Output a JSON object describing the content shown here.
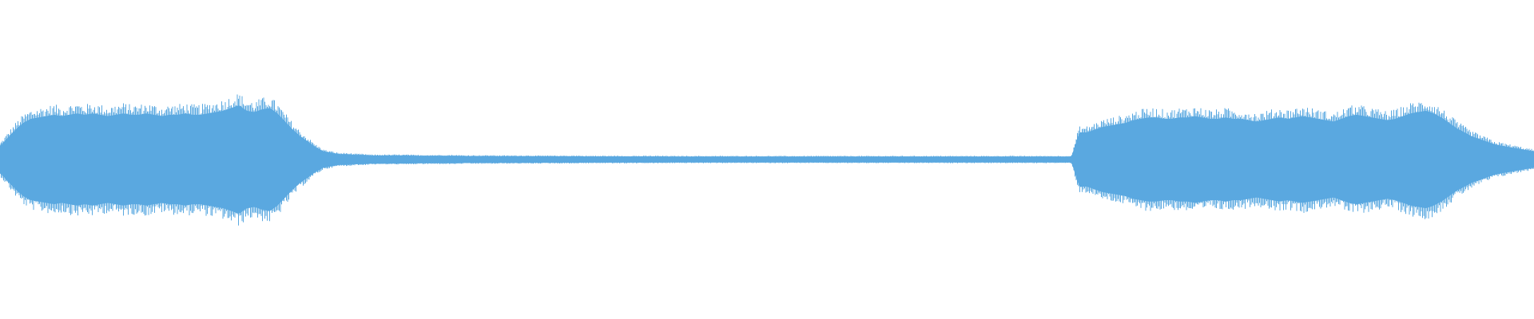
{
  "waveform": {
    "color": "#5aa8e0",
    "background": "#ffffff",
    "envelope": [
      0.1,
      0.16,
      0.22,
      0.27,
      0.3,
      0.31,
      0.32,
      0.33,
      0.32,
      0.33,
      0.34,
      0.33,
      0.34,
      0.33,
      0.32,
      0.33,
      0.34,
      0.33,
      0.33,
      0.34,
      0.33,
      0.32,
      0.33,
      0.33,
      0.34,
      0.33,
      0.33,
      0.34,
      0.35,
      0.36,
      0.38,
      0.4,
      0.36,
      0.35,
      0.37,
      0.38,
      0.34,
      0.28,
      0.22,
      0.17,
      0.13,
      0.09,
      0.06,
      0.05,
      0.04,
      0.04,
      0.035,
      0.035,
      0.03,
      0.03,
      0.03,
      0.03,
      0.03,
      0.03,
      0.028,
      0.028,
      0.028,
      0.028,
      0.028,
      0.028,
      0.026,
      0.026,
      0.026,
      0.026,
      0.026,
      0.025,
      0.025,
      0.025,
      0.025,
      0.025,
      0.024,
      0.024,
      0.024,
      0.024,
      0.024,
      0.024,
      0.023,
      0.023,
      0.023,
      0.023,
      0.023,
      0.023,
      0.023,
      0.023,
      0.023,
      0.023,
      0.023,
      0.022,
      0.022,
      0.022,
      0.022,
      0.022,
      0.022,
      0.022,
      0.022,
      0.022,
      0.022,
      0.022,
      0.022,
      0.022,
      0.022,
      0.022,
      0.022,
      0.022,
      0.022,
      0.022,
      0.022,
      0.022,
      0.022,
      0.022,
      0.022,
      0.022,
      0.022,
      0.022,
      0.022,
      0.022,
      0.022,
      0.022,
      0.022,
      0.022,
      0.022,
      0.022,
      0.022,
      0.022,
      0.022,
      0.022,
      0.022,
      0.022,
      0.022,
      0.022,
      0.022,
      0.022,
      0.022,
      0.022,
      0.022,
      0.022,
      0.022,
      0.022,
      0.022,
      0.022,
      0.2,
      0.2,
      0.22,
      0.24,
      0.25,
      0.26,
      0.27,
      0.29,
      0.3,
      0.31,
      0.31,
      0.3,
      0.3,
      0.31,
      0.31,
      0.32,
      0.31,
      0.3,
      0.3,
      0.31,
      0.3,
      0.3,
      0.29,
      0.28,
      0.29,
      0.3,
      0.31,
      0.3,
      0.31,
      0.32,
      0.31,
      0.3,
      0.29,
      0.28,
      0.3,
      0.32,
      0.33,
      0.32,
      0.31,
      0.3,
      0.29,
      0.3,
      0.32,
      0.34,
      0.35,
      0.36,
      0.34,
      0.31,
      0.27,
      0.23,
      0.2,
      0.17,
      0.15,
      0.13,
      0.11,
      0.1,
      0.09,
      0.08,
      0.07,
      0.06
    ]
  }
}
